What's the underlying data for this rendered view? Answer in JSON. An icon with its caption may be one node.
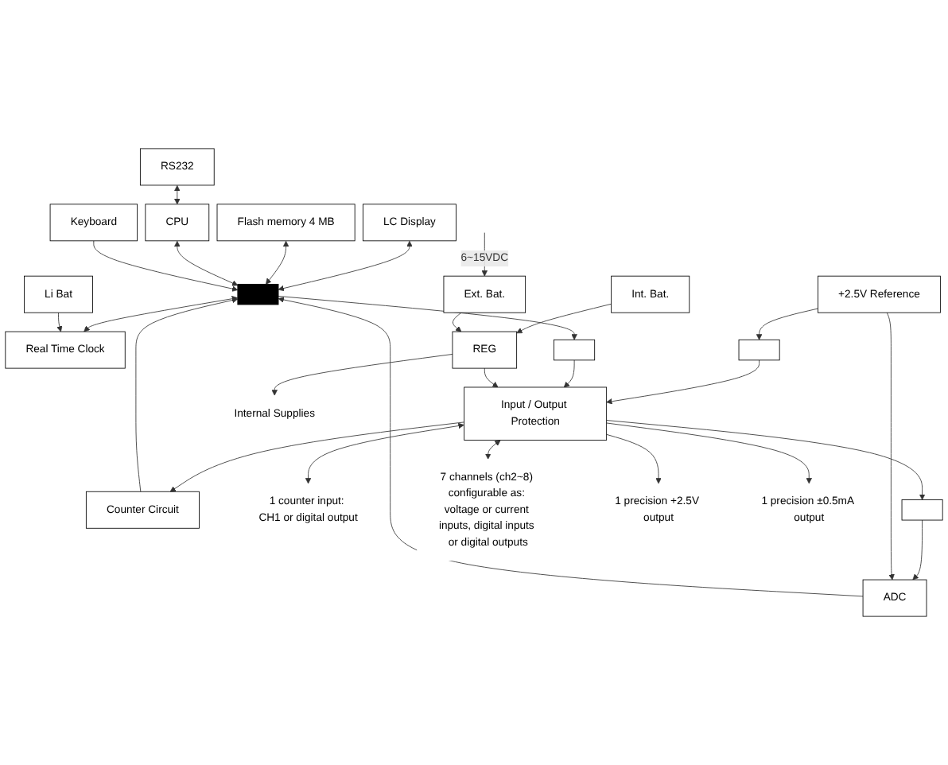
{
  "diagram": {
    "nodes": [
      {
        "text": [
          "LC Display"
        ]
      },
      {
        "text": [],
        "shape": "bar"
      },
      {
        "text": [
          "Li Bat"
        ]
      },
      {
        "text": [
          "Flash memory 4 MB"
        ]
      },
      {
        "text": [
          "Real Time Clock"
        ]
      },
      {
        "text": [
          "RS232"
        ]
      },
      {
        "text": [
          "CPU"
        ]
      },
      {
        "text": [
          "Counter Circuit"
        ]
      },
      {
        "text": [
          "Input / Output Protection"
        ]
      },
      {
        "text": [
          "1 counter input: CH1 or digital output"
        ]
      },
      {
        "text": [
          "Keyboard"
        ]
      },
      {
        "text": [
          "ADC"
        ]
      },
      {
        "text": [],
        "shape": "box"
      },
      {
        "text": [
          "+2.5V Reference"
        ]
      },
      {
        "text": [],
        "shape": "box"
      },
      {
        "text": [
          "7 channels (ch2~8) configurable as: voltage or current inputs, digital inputs or digital outputs"
        ]
      },
      {
        "text": [
          "Internal Supplies"
        ]
      },
      {
        "text": [
          "Int. Bat."
        ]
      },
      {
        "text": [
          "REG"
        ]
      },
      {
        "text": [],
        "shape": "box"
      },
      {
        "text": [
          "1 precision +2.5V output"
        ]
      },
      {
        "text": [
          "Ext. Bat."
        ]
      },
      {
        "text": [
          "1 precision ±0.5mA output"
        ]
      }
    ],
    "edges": [
      {
        "from": 0,
        "to": 1,
        "arrow": "both"
      },
      {
        "from": 3,
        "to": 1,
        "arrow": "both"
      },
      {
        "from": 1,
        "to": 4,
        "arrow": "both"
      },
      {
        "from": 2,
        "to": 4,
        "arrow": "to"
      },
      {
        "from": 5,
        "to": 6,
        "arrow": "both"
      },
      {
        "from": 6,
        "to": 1,
        "arrow": "both"
      },
      {
        "from": 7,
        "to": 1,
        "arrow": "to"
      },
      {
        "from": 8,
        "to": 7,
        "arrow": "to"
      },
      {
        "from": 8,
        "to": 9,
        "arrow": "both"
      },
      {
        "from": 10,
        "to": 1,
        "arrow": "to"
      },
      {
        "from": 11,
        "to": 1,
        "arrow": "to"
      },
      {
        "from": 12,
        "to": 11,
        "arrow": "to"
      },
      {
        "from": 8,
        "to": 12,
        "arrow": "to"
      },
      {
        "from": 13,
        "to": 11,
        "arrow": "to"
      },
      {
        "from": 13,
        "to": 14,
        "arrow": "to"
      },
      {
        "from": 14,
        "to": 8,
        "arrow": "to"
      },
      {
        "from": 8,
        "to": 15,
        "arrow": "both"
      },
      {
        "from": 18,
        "to": 16,
        "arrow": "to"
      },
      {
        "from": 17,
        "to": 18,
        "arrow": "to"
      },
      {
        "from": 21,
        "to": 18,
        "arrow": "to"
      },
      {
        "from": 1,
        "to": 19,
        "arrow": "to"
      },
      {
        "from": 19,
        "to": 8,
        "arrow": "to"
      },
      {
        "from": 8,
        "to": 20,
        "arrow": "to"
      },
      {
        "from": 18,
        "to": 8,
        "arrow": "to"
      },
      {
        "from": 8,
        "to": 22,
        "arrow": "to"
      },
      {
        "from": null,
        "to": 21,
        "arrow": "to",
        "label": "6~15VDC"
      }
    ]
  }
}
